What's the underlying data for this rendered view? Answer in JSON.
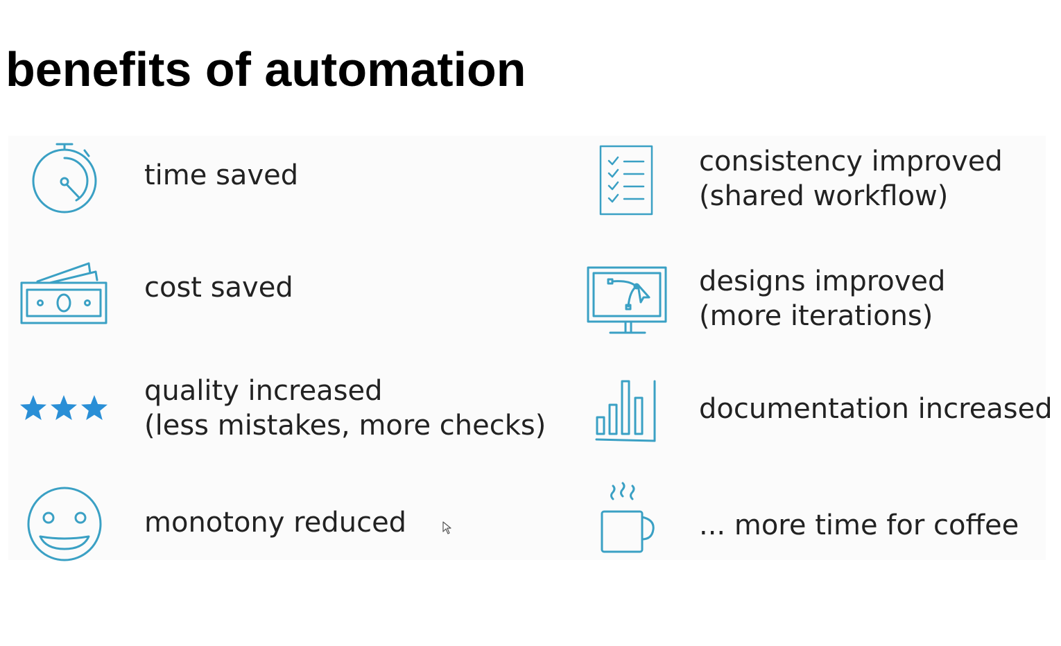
{
  "slide": {
    "title": "benefits of automation",
    "accent_color": "#3aa0c4",
    "star_color": "#2a8fd6",
    "benefits": [
      {
        "icon": "stopwatch-icon",
        "line1": "time saved",
        "line2": ""
      },
      {
        "icon": "banknote-icon",
        "line1": "cost saved",
        "line2": ""
      },
      {
        "icon": "three-stars-icon",
        "line1": "quality increased",
        "line2": "(less mistakes, more checks)"
      },
      {
        "icon": "smiley-face-icon",
        "line1": "monotony reduced",
        "line2": ""
      },
      {
        "icon": "checklist-icon",
        "line1": "consistency improved",
        "line2": "(shared workflow)"
      },
      {
        "icon": "design-monitor-icon",
        "line1": "designs improved",
        "line2": "(more iterations)"
      },
      {
        "icon": "bar-chart-icon",
        "line1": "documentation increased",
        "line2": ""
      },
      {
        "icon": "coffee-mug-icon",
        "line1": "... more time for coffee",
        "line2": ""
      }
    ]
  }
}
